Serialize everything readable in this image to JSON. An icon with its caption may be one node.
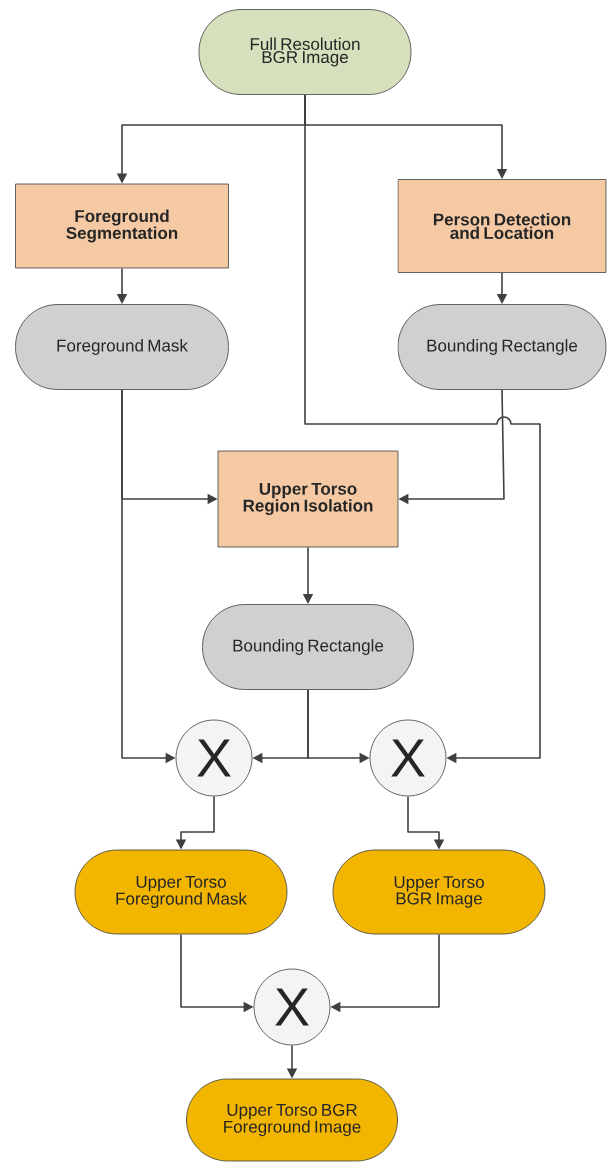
{
  "diagram": {
    "nodes": [
      {
        "text": [
          "Full Resolution BGR Image"
        ]
      },
      {
        "text": [
          "Foreground Segmentation"
        ]
      },
      {
        "text": [
          "Person Detection and Location"
        ]
      },
      {
        "text": [
          "Foreground Mask"
        ]
      },
      {
        "text": [
          "Bounding Rectangle"
        ]
      },
      {
        "text": [
          "Upper Torso Region Isolation"
        ]
      },
      {
        "text": [
          "Bounding Rectangle"
        ]
      },
      {
        "text": [
          "X"
        ]
      },
      {
        "text": [
          "X"
        ]
      },
      {
        "text": [
          "Upper Torso Foreground Mask"
        ]
      },
      {
        "text": [
          "Upper Torso BGR Image"
        ]
      },
      {
        "text": [
          "X"
        ]
      },
      {
        "text": [
          "Upper Torso BGR Foreground Image"
        ]
      }
    ],
    "edges": [
      {
        "from": 0,
        "to": 1,
        "arrow": "to"
      },
      {
        "from": 0,
        "to": 2,
        "arrow": "to"
      },
      {
        "from": 0,
        "to": 8,
        "arrow": "to"
      },
      {
        "from": 1,
        "to": 3,
        "arrow": "to"
      },
      {
        "from": 2,
        "to": 4,
        "arrow": "to"
      },
      {
        "from": 3,
        "to": 5,
        "arrow": "to"
      },
      {
        "from": 3,
        "to": 7,
        "arrow": "to"
      },
      {
        "from": 4,
        "to": 5,
        "arrow": "to"
      },
      {
        "from": 5,
        "to": 6,
        "arrow": "to"
      },
      {
        "from": 6,
        "to": 7,
        "arrow": "to"
      },
      {
        "from": 6,
        "to": 8,
        "arrow": "to"
      },
      {
        "from": 7,
        "to": 9,
        "arrow": "to"
      },
      {
        "from": 8,
        "to": 10,
        "arrow": "to"
      },
      {
        "from": 9,
        "to": 11,
        "arrow": "to"
      },
      {
        "from": 10,
        "to": 11,
        "arrow": "to"
      },
      {
        "from": 11,
        "to": 12,
        "arrow": "to"
      }
    ]
  }
}
